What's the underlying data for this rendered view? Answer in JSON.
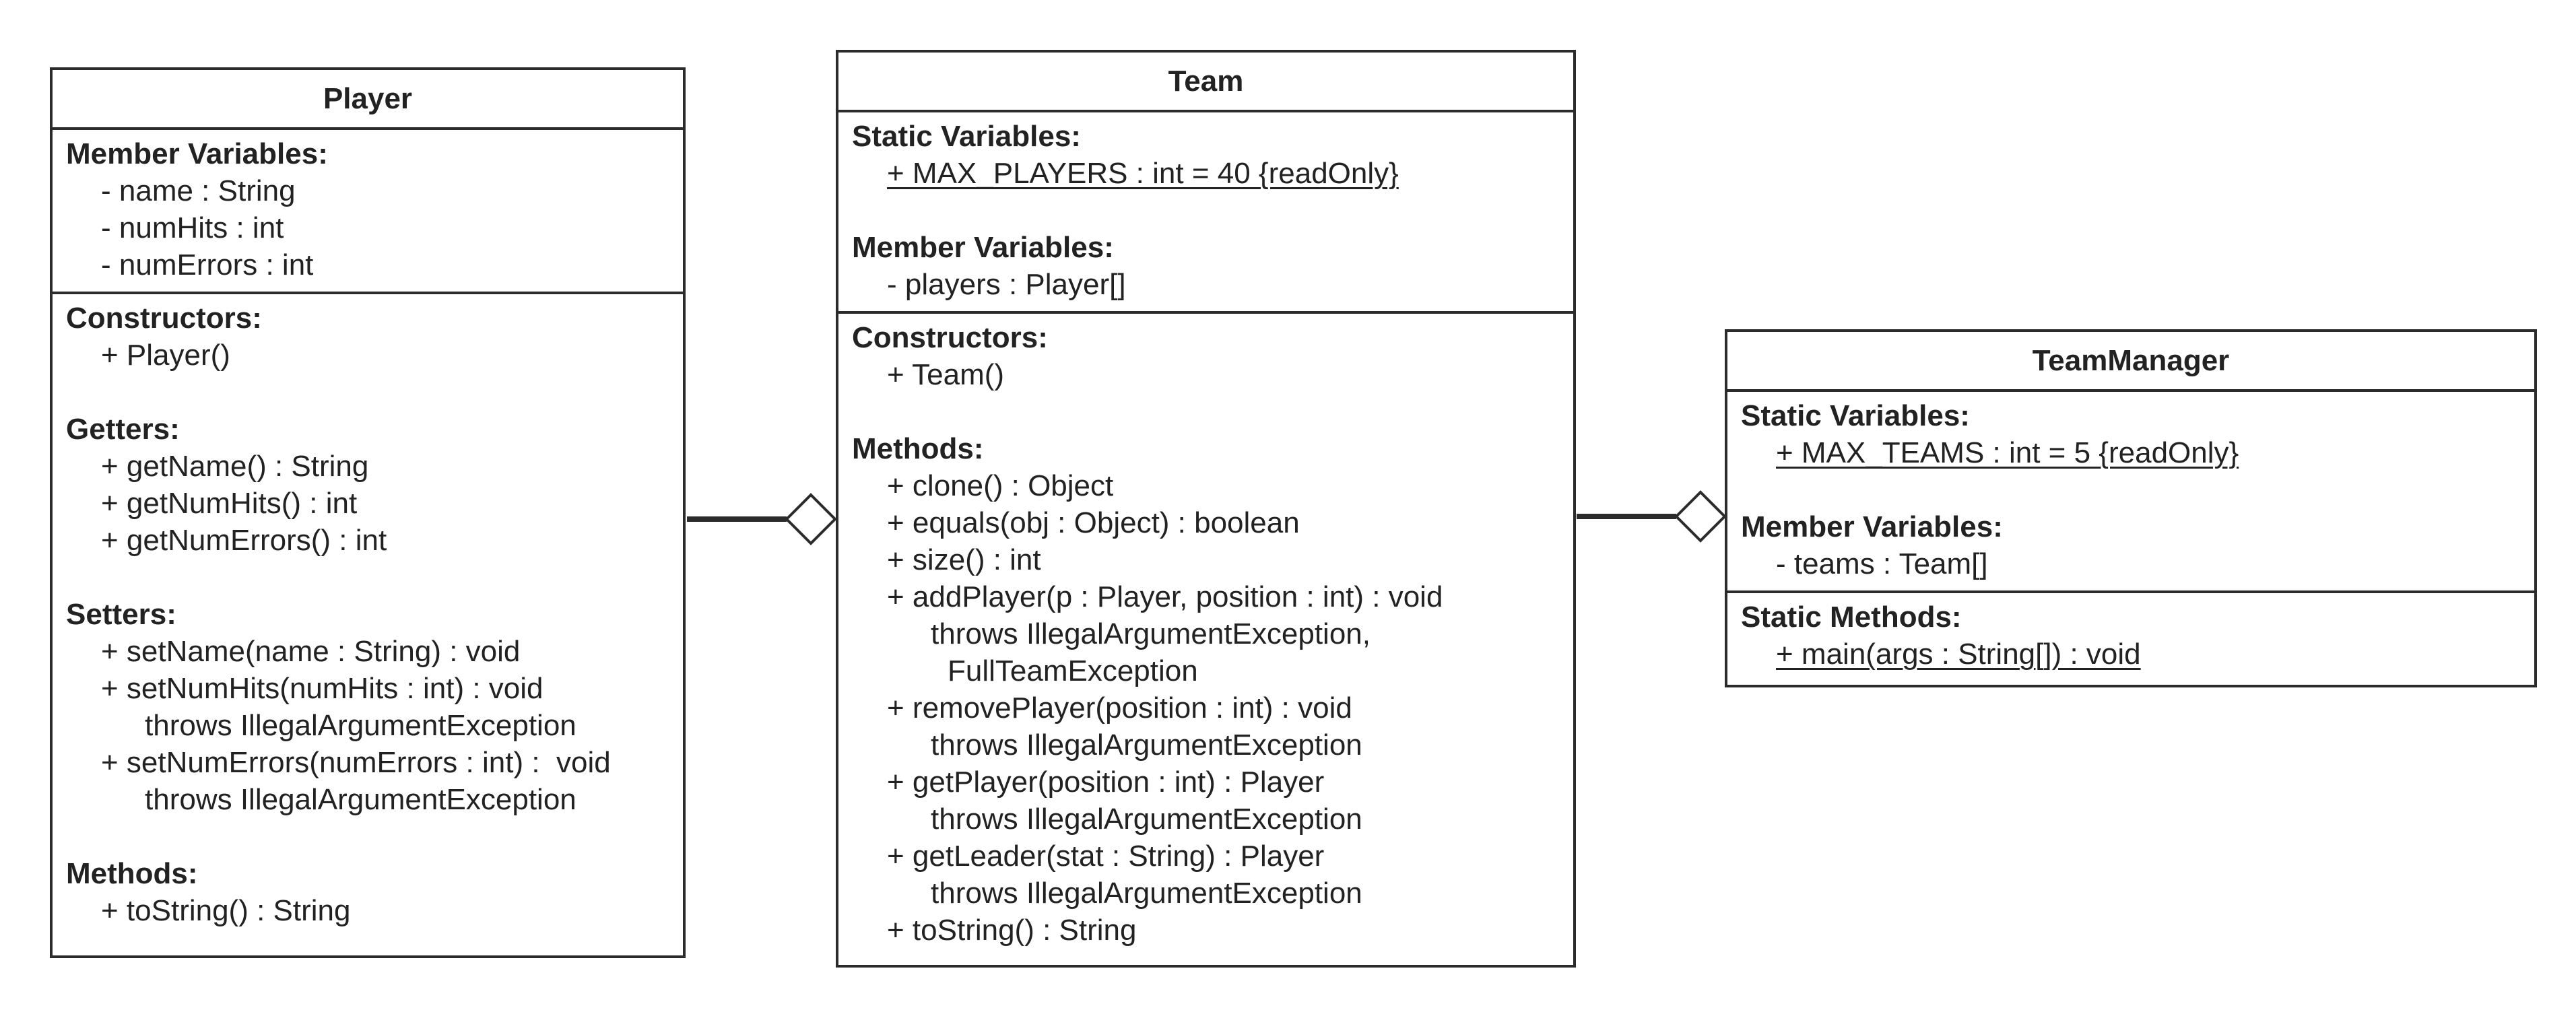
{
  "classes": {
    "player": {
      "name": "Player",
      "member_variables": {
        "title": "Member Variables:",
        "items": [
          "- name : String",
          "- numHits : int",
          "- numErrors : int"
        ]
      },
      "constructors": {
        "title": "Constructors:",
        "items": [
          "+ Player()"
        ]
      },
      "getters": {
        "title": "Getters:",
        "items": [
          "+ getName() : String",
          "+ getNumHits() : int",
          "+ getNumErrors() : int"
        ]
      },
      "setters": {
        "title": "Setters:",
        "items": [
          "+ setName(name : String) : void",
          "+ setNumHits(numHits : int) : void",
          "throws IllegalArgumentException",
          "+ setNumErrors(numErrors : int) :  void",
          "throws IllegalArgumentException"
        ]
      },
      "methods": {
        "title": "Methods:",
        "items": [
          "+ toString() : String"
        ]
      }
    },
    "team": {
      "name": "Team",
      "static_variables": {
        "title": "Static Variables:",
        "items": [
          "+ MAX_PLAYERS : int = 40 {readOnly}"
        ]
      },
      "member_variables": {
        "title": "Member Variables:",
        "items": [
          "- players : Player[]"
        ]
      },
      "constructors": {
        "title": "Constructors:",
        "items": [
          "+ Team()"
        ]
      },
      "methods": {
        "title": "Methods:",
        "items": [
          "+ clone() : Object",
          "+ equals(obj : Object) : boolean",
          "+ size() : int",
          "+ addPlayer(p : Player, position : int) : void",
          "throws IllegalArgumentException,",
          "FullTeamException",
          "+ removePlayer(position : int) : void",
          "throws IllegalArgumentException",
          "+ getPlayer(position : int) : Player",
          "throws IllegalArgumentException",
          "+ getLeader(stat : String) : Player",
          "throws IllegalArgumentException",
          "+ toString() : String"
        ]
      }
    },
    "team_manager": {
      "name": "TeamManager",
      "static_variables": {
        "title": "Static Variables:",
        "items": [
          "+ MAX_TEAMS : int = 5 {readOnly}"
        ]
      },
      "member_variables": {
        "title": "Member Variables:",
        "items": [
          "- teams : Team[]"
        ]
      },
      "static_methods": {
        "title": "Static Methods:",
        "items": [
          "+ main(args : String[]) : void"
        ]
      }
    }
  },
  "relationships": [
    {
      "type": "aggregation",
      "from": "Player",
      "to": "Team",
      "diamond_at": "Team"
    },
    {
      "type": "aggregation",
      "from": "Team",
      "to": "TeamManager",
      "diamond_at": "TeamManager"
    }
  ],
  "colors": {
    "line": "#2b2b2b",
    "text": "#222222",
    "background": "#ffffff"
  }
}
